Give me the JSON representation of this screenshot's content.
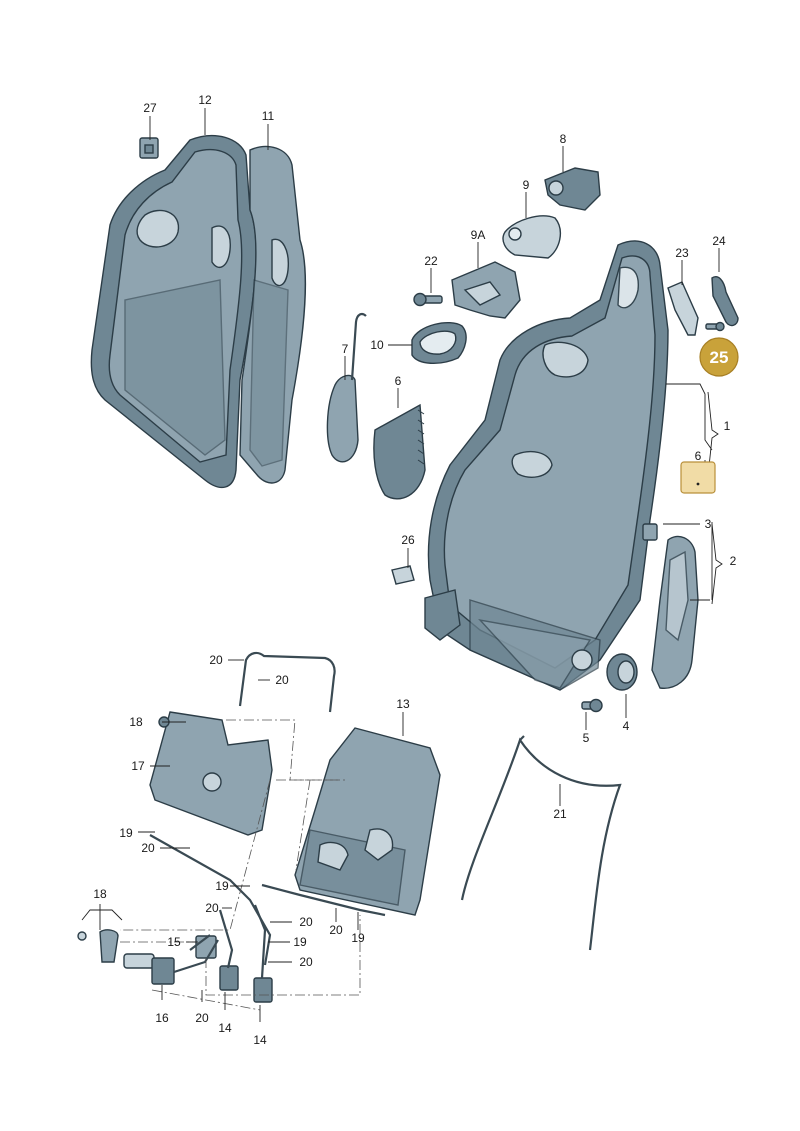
{
  "diagram": {
    "labels": {
      "p1": "1",
      "p2": "2",
      "p3": "3",
      "p4": "4",
      "p5": "5",
      "p6a": "6",
      "p6b": "6",
      "p7": "7",
      "p8": "8",
      "p9": "9",
      "p9a": "9A",
      "p10": "10",
      "p11": "11",
      "p12": "12",
      "p13": "13",
      "p14a": "14",
      "p14b": "14",
      "p15": "15",
      "p16": "16",
      "p17": "17",
      "p18a": "18",
      "p18b": "18",
      "p19a": "19",
      "p19b": "19",
      "p19c": "19",
      "p19d": "19",
      "p20a": "20",
      "p20b": "20",
      "p20c": "20",
      "p20d": "20",
      "p20e": "20",
      "p20f": "20",
      "p20g": "20",
      "p20h": "20",
      "p21": "21",
      "p22": "22",
      "p23": "23",
      "p24": "24",
      "p25": "25",
      "p26": "26",
      "p27": "27"
    },
    "colors": {
      "highlight_fill": "#c9a23a",
      "highlight_box": "#f1dca6",
      "highlight_border": "#b9903a",
      "part_dark": "#6f8794",
      "part_mid": "#8fa4b0",
      "part_light": "#c7d4db"
    }
  }
}
